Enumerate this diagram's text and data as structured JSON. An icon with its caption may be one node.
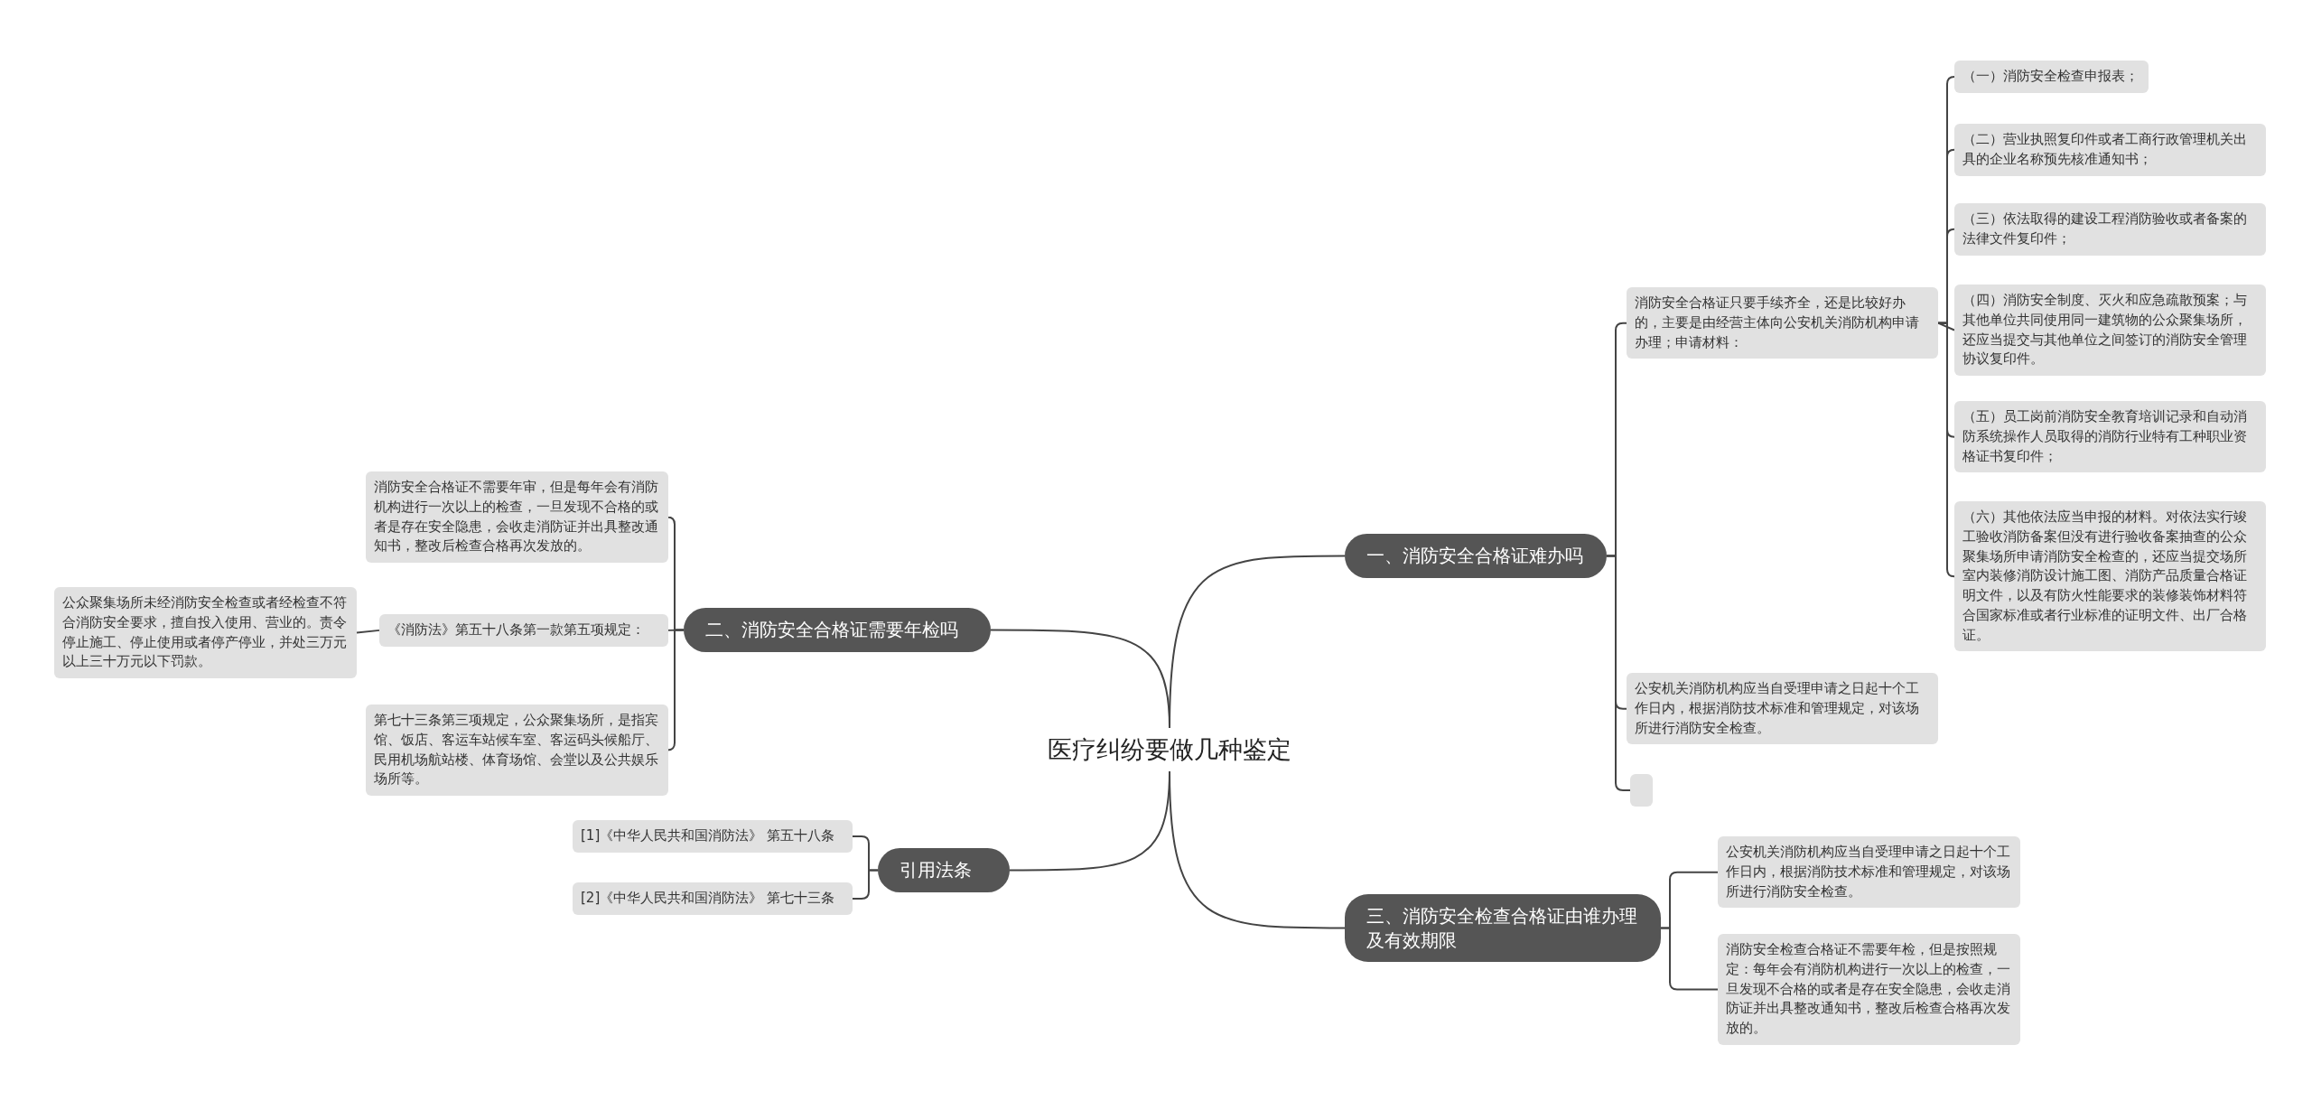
{
  "diagram": {
    "nodes": [
      {
        "text": [
          "医疗纠纷要做几种鉴定"
        ]
      },
      {
        "text": [
          "一、消防安全合格证难办吗"
        ]
      },
      {
        "text": [
          "消防安全合格证只要手续齐全，还是比较好办的，主要是由经营主体向公安机关消防机构申请办理；申请材料："
        ]
      },
      {
        "text": [
          "（一）消防安全检查申报表；"
        ]
      },
      {
        "text": [
          "（二）营业执照复印件或者工商行政管理机关出具的企业名称预先核准通知书；"
        ]
      },
      {
        "text": [
          "（三）依法取得的建设工程消防验收或者备案的法律文件复印件；"
        ]
      },
      {
        "text": [
          "（四）消防安全制度、灭火和应急疏散预案；与其他单位共同使用同一建筑物的公众聚集场所，还应当提交与其他单位之间签订的消防安全管理协议复印件。"
        ]
      },
      {
        "text": [
          "（五）员工岗前消防安全教育培训记录和自动消防系统操作人员取得的消防行业特有工种职业资格证书复印件；"
        ]
      },
      {
        "text": [
          "（六）其他依法应当申报的材料。对依法实行竣工验收消防备案但没有进行验收备案抽查的公众聚集场所申请消防安全检查的，还应当提交场所室内装修消防设计施工图、消防产品质量合格证明文件，以及有防火性能要求的装修装饰材料符合国家标准或者行业标准的证明文件、出厂合格证。"
        ]
      },
      {
        "text": [
          "公安机关消防机构应当自受理申请之日起十个工作日内，根据消防技术标准和管理规定，对该场所进行消防安全检查。"
        ]
      },
      {
        "text": [],
        "shape": "box"
      },
      {
        "text": [
          "二、消防安全合格证需要年检吗"
        ]
      },
      {
        "text": [
          "消防安全合格证不需要年审，但是每年会有消防机构进行一次以上的检查，一旦发现不合格的或者是存在安全隐患，会收走消防证并出具整改通知书，整改后检查合格再次发放的。"
        ]
      },
      {
        "text": [
          "《消防法》第五十八条第一款第五项规定："
        ]
      },
      {
        "text": [
          "公众聚集场所未经消防安全检查或者经检查不符合消防安全要求，擅自投入使用、营业的。责令停止施工、停止使用或者停产停业，并处三万元以上三十万元以下罚款。"
        ]
      },
      {
        "text": [
          "第七十三条第三项规定，公众聚集场所，是指宾馆、饭店、客运车站候车室、客运码头候船厅、民用机场航站楼、体育场馆、会堂以及公共娱乐场所等。"
        ]
      },
      {
        "text": [
          "引用法条"
        ]
      },
      {
        "text": [
          "[1]《中华人民共和国消防法》 第五十八条"
        ]
      },
      {
        "text": [
          "[2]《中华人民共和国消防法》 第七十三条"
        ]
      },
      {
        "text": [
          "三、消防安全检查合格证由谁办理及有效期限"
        ]
      },
      {
        "text": [
          "公安机关消防机构应当自受理申请之日起十个工作日内，根据消防技术标准和管理规定，对该场所进行消防安全检查。"
        ]
      },
      {
        "text": [
          "消防安全检查合格证不需要年检，但是按照规定：每年会有消防机构进行一次以上的检查，一旦发现不合格的或者是存在安全隐患，会收走消防证并出具整改通知书，整改后检查合格再次发放的。"
        ]
      }
    ],
    "edges": [
      {
        "from": 0,
        "to": 1,
        "arrow": "none"
      },
      {
        "from": 1,
        "to": 2,
        "arrow": "none"
      },
      {
        "from": 2,
        "to": 3,
        "arrow": "none"
      },
      {
        "from": 2,
        "to": 4,
        "arrow": "none"
      },
      {
        "from": 2,
        "to": 5,
        "arrow": "none"
      },
      {
        "from": 2,
        "to": 6,
        "arrow": "none"
      },
      {
        "from": 2,
        "to": 7,
        "arrow": "none"
      },
      {
        "from": 2,
        "to": 8,
        "arrow": "none"
      },
      {
        "from": 1,
        "to": 9,
        "arrow": "none"
      },
      {
        "from": 1,
        "to": 10,
        "arrow": "none"
      },
      {
        "from": 0,
        "to": 11,
        "arrow": "none"
      },
      {
        "from": 11,
        "to": 12,
        "arrow": "none"
      },
      {
        "from": 11,
        "to": 13,
        "arrow": "none"
      },
      {
        "from": 13,
        "to": 14,
        "arrow": "none"
      },
      {
        "from": 11,
        "to": 15,
        "arrow": "none"
      },
      {
        "from": 0,
        "to": 16,
        "arrow": "none"
      },
      {
        "from": 16,
        "to": 17,
        "arrow": "none"
      },
      {
        "from": 16,
        "to": 18,
        "arrow": "none"
      },
      {
        "from": 0,
        "to": 19,
        "arrow": "none"
      },
      {
        "from": 19,
        "to": 20,
        "arrow": "none"
      },
      {
        "from": 19,
        "to": 21,
        "arrow": "none"
      }
    ]
  }
}
